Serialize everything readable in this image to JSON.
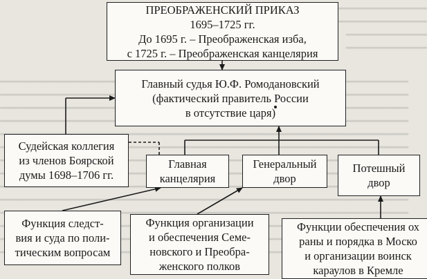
{
  "diagram": {
    "title_box": {
      "heading": "ПРЕОБРАЖЕНСКИЙ ПРИКАЗ",
      "years": "1695–1725 гг.",
      "line3": "До 1695 г. – Преображенская изба,",
      "line4": "с 1725 г. – Преображенская канцелярия"
    },
    "judge_box": {
      "line1": "Главный судья Ю.Ф. Ромодановский",
      "line2": "(фактический правитель России",
      "line3": "в отсутствие царя)"
    },
    "judicial_box": {
      "line1": "Судейская коллегия",
      "line2": "из членов Боярской",
      "line3": "думы 1698–1706 гг."
    },
    "chancellery_box": {
      "line1": "Главная",
      "line2": "канцелярия"
    },
    "general_box": {
      "line1": "Генеральный",
      "line2": "двор"
    },
    "poteshny_box": {
      "line1": "Потешный",
      "line2": "двор"
    },
    "func1_box": {
      "line1": "Функция следст-",
      "line2": "вия и суда по поли-",
      "line3": "тическим вопросам"
    },
    "func2_box": {
      "line1": "Функция организации",
      "line2": "и обеспечения Семе-",
      "line3": "новского и Преобра-",
      "line4": "женского полков"
    },
    "func3_box": {
      "line1": "Функции обеспечения ох",
      "line2": "раны и порядка в Моско",
      "line3": "и организации воинск",
      "line4": "караулов в Кремле"
    }
  }
}
